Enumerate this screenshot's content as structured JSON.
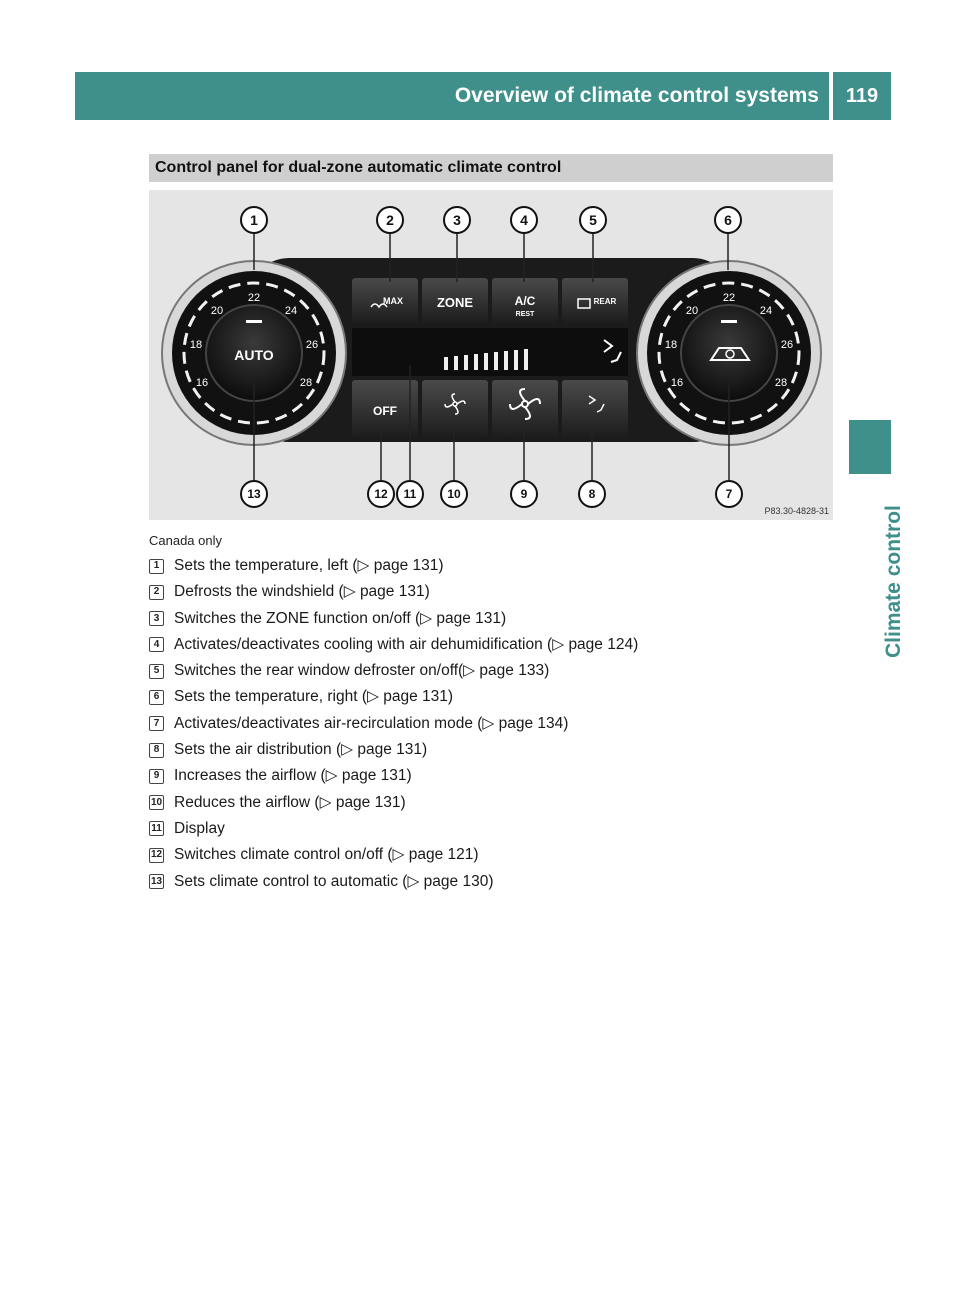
{
  "header": {
    "title": "Overview of climate control systems",
    "page_number": "119"
  },
  "side_tab": {
    "label": "Climate control"
  },
  "section": {
    "title": "Control panel for dual-zone automatic climate control"
  },
  "figure": {
    "callouts_top": [
      "1",
      "2",
      "3",
      "4",
      "5",
      "6"
    ],
    "callouts_bottom": [
      "13",
      "12",
      "11",
      "10",
      "9",
      "8",
      "7"
    ],
    "left_dial": {
      "center_label": "AUTO",
      "ticks": [
        "16",
        "18",
        "20",
        "22",
        "24",
        "26",
        "28"
      ]
    },
    "right_dial": {
      "ticks": [
        "16",
        "18",
        "20",
        "22",
        "24",
        "26",
        "28"
      ]
    },
    "buttons": {
      "defrost_max": "MAX",
      "zone": "ZONE",
      "ac": "A/C",
      "ac_sub": "REST",
      "rear": "REAR",
      "off": "OFF"
    },
    "ref": "P83.30-4828-31"
  },
  "caption": "Canada only",
  "items": [
    {
      "num": "1",
      "text": "Sets the temperature, left (▷ page 131)"
    },
    {
      "num": "2",
      "text": "Defrosts the windshield (▷ page 131)"
    },
    {
      "num": "3",
      "text": "Switches the ZONE function on/off (▷ page 131)"
    },
    {
      "num": "4",
      "text": "Activates/deactivates cooling with air dehumidification (▷ page 124)"
    },
    {
      "num": "5",
      "text": "Switches the rear window defroster on/off(▷ page 133)"
    },
    {
      "num": "6",
      "text": "Sets the temperature, right (▷ page 131)"
    },
    {
      "num": "7",
      "text": "Activates/deactivates air-recirculation mode (▷ page 134)"
    },
    {
      "num": "8",
      "text": "Sets the air distribution (▷ page 131)"
    },
    {
      "num": "9",
      "text": "Increases the airflow (▷ page 131)"
    },
    {
      "num": "10",
      "text": "Reduces the airflow (▷ page 131)"
    },
    {
      "num": "11",
      "text": "Display"
    },
    {
      "num": "12",
      "text": "Switches climate control on/off (▷ page 121)"
    },
    {
      "num": "13",
      "text": "Sets climate control to automatic (▷ page 130)"
    }
  ]
}
